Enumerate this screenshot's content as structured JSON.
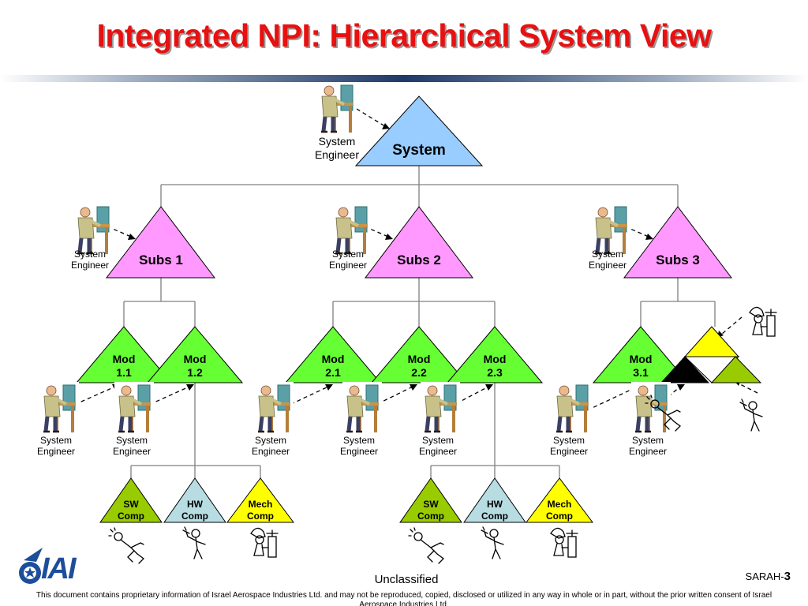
{
  "title": "Integrated NPI: Hierarchical System View",
  "engineer_label": [
    "System",
    "Engineer"
  ],
  "system": {
    "label": "System",
    "color": "#99ccff"
  },
  "subsystems": [
    {
      "label": "Subs 1",
      "color": "#ff99ff"
    },
    {
      "label": "Subs 2",
      "color": "#ff99ff"
    },
    {
      "label": "Subs 3",
      "color": "#ff99ff"
    }
  ],
  "modules": [
    {
      "line1": "Mod",
      "line2": "1.1",
      "color": "#66ff33"
    },
    {
      "line1": "Mod",
      "line2": "1.2",
      "color": "#66ff33"
    },
    {
      "line1": "Mod",
      "line2": "2.1",
      "color": "#66ff33"
    },
    {
      "line1": "Mod",
      "line2": "2.2",
      "color": "#66ff33"
    },
    {
      "line1": "Mod",
      "line2": "2.3",
      "color": "#66ff33"
    },
    {
      "line1": "Mod",
      "line2": "3.1",
      "color": "#66ff33"
    }
  ],
  "components": [
    {
      "line1": "SW",
      "line2": "Comp",
      "color": "#99cc00"
    },
    {
      "line1": "HW",
      "line2": "Comp",
      "color": "#b7dde3"
    },
    {
      "line1": "Mech",
      "line2": "Comp",
      "color": "#ffff00"
    },
    {
      "line1": "SW",
      "line2": "Comp",
      "color": "#99cc00"
    },
    {
      "line1": "HW",
      "line2": "Comp",
      "color": "#b7dde3"
    },
    {
      "line1": "Mech",
      "line2": "Comp",
      "color": "#ffff00"
    }
  ],
  "extra_triangles": {
    "top_color": "#ffff00",
    "left_color": "#000000",
    "right_color": "#99cc00"
  },
  "footer": {
    "logo_text": "IAI",
    "classification": "Unclassified",
    "slide_prefix": "SARAH-",
    "slide_number": "3",
    "disclaimer": "This document contains proprietary information of Israel Aerospace Industries Ltd. and may not be reproduced, copied, disclosed or utilized in any way in whole or in part, without the prior written consent of Israel Aerospace Industries Ltd."
  },
  "colors": {
    "title": "#e81010",
    "logo": "#1d4e9b",
    "connector": "#808080"
  }
}
